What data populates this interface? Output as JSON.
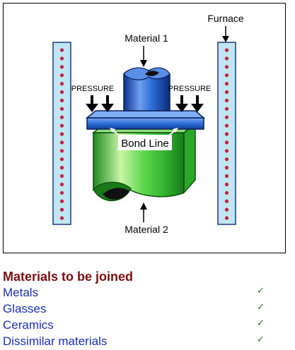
{
  "diagram": {
    "label_material1": "Material 1",
    "label_material2": "Material 2",
    "label_furnace": "Furnace",
    "label_pressure_left": "PRESSURE",
    "label_pressure_right": "PRESSURE",
    "label_bond_line": "Bond Line",
    "colors": {
      "furnace_fill": "#bfe6f2",
      "furnace_dots": "#cc1a4a",
      "material1": "#2f6fd8",
      "material2": "#3fcf3f"
    }
  },
  "materials": {
    "heading": "Materials to be joined",
    "check_glyph": "✓",
    "items": [
      {
        "label": "Metals",
        "checked": true
      },
      {
        "label": "Glasses",
        "checked": true
      },
      {
        "label": "Ceramics",
        "checked": true
      },
      {
        "label": "Dissimilar materials",
        "checked": true
      }
    ]
  }
}
